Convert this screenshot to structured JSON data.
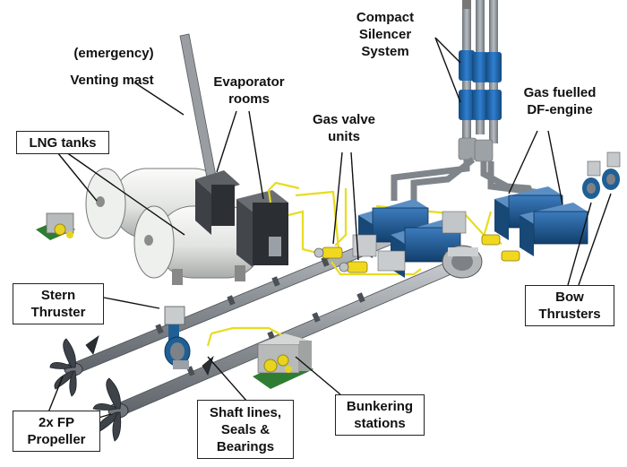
{
  "labels": {
    "emergency": "(emergency)",
    "venting_mast": "Venting mast",
    "evaporator": [
      "Evaporator",
      "rooms"
    ],
    "lng_tanks": "LNG tanks",
    "gas_valve": [
      "Gas valve",
      "units"
    ],
    "silencer": [
      "Compact",
      "Silencer",
      "System"
    ],
    "df_engine": [
      "Gas fuelled",
      "DF-engine"
    ],
    "stern_thruster": [
      "Stern",
      "Thruster"
    ],
    "bow_thrusters": [
      "Bow",
      "Thrusters"
    ],
    "propeller": [
      "2x FP",
      "Propeller"
    ],
    "shaft_lines": [
      "Shaft lines,",
      "Seals &",
      "Bearings"
    ],
    "bunkering": [
      "Bunkering",
      "stations"
    ]
  },
  "colors": {
    "tank": "#e6e8e6",
    "machinery_blue": "#1f5f96",
    "silencer_blue": "#1e63b8",
    "gas_pipe_yellow": "#e8dc1e",
    "shaft_grey": "#8a8f94",
    "deck_green": "#2f7d32"
  }
}
